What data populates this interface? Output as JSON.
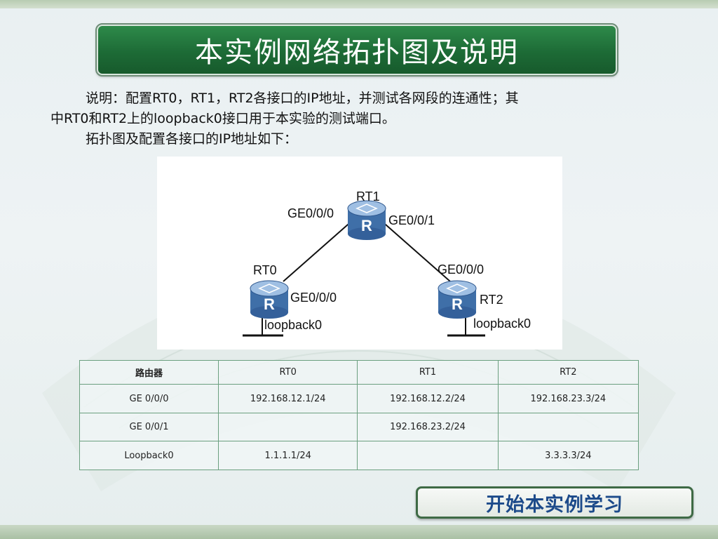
{
  "slide": {
    "title": "本实例网络拓扑图及说明",
    "description_line1": "说明：配置RT0，RT1，RT2各接口的IP地址，并测试各网段的连通性；其",
    "description_line2": "中RT0和RT2上的loopback0接口用于本实验的测试端口。",
    "description_line3": "拓扑图及配置各接口的IP地址如下：",
    "start_button": "开始本实例学习"
  },
  "diagram": {
    "routers": [
      {
        "name": "RT0",
        "glyph": "R"
      },
      {
        "name": "RT1",
        "glyph": "R"
      },
      {
        "name": "RT2",
        "glyph": "R"
      }
    ],
    "labels": {
      "rt1_ge000": "GE0/0/0",
      "rt1_ge001": "GE0/0/1",
      "rt2_ge000": "GE0/0/0",
      "rt0_ge000": "GE0/0/0",
      "rt0_loopback": "loopback0",
      "rt2_loopback": "loopback0"
    }
  },
  "table": {
    "headers": [
      "路由器",
      "RT0",
      "RT1",
      "RT2"
    ],
    "rows": [
      [
        "GE 0/0/0",
        "192.168.12.1/24",
        "192.168.12.2/24",
        "192.168.23.3/24"
      ],
      [
        "GE 0/0/1",
        "",
        "192.168.23.2/24",
        ""
      ],
      [
        "Loopback0",
        "1.1.1.1/24",
        "",
        "3.3.3.3/24"
      ]
    ]
  },
  "colors": {
    "title_green": "#1d6b36",
    "router_blue": "#3f6fa8",
    "button_text": "#1c4a8a"
  }
}
